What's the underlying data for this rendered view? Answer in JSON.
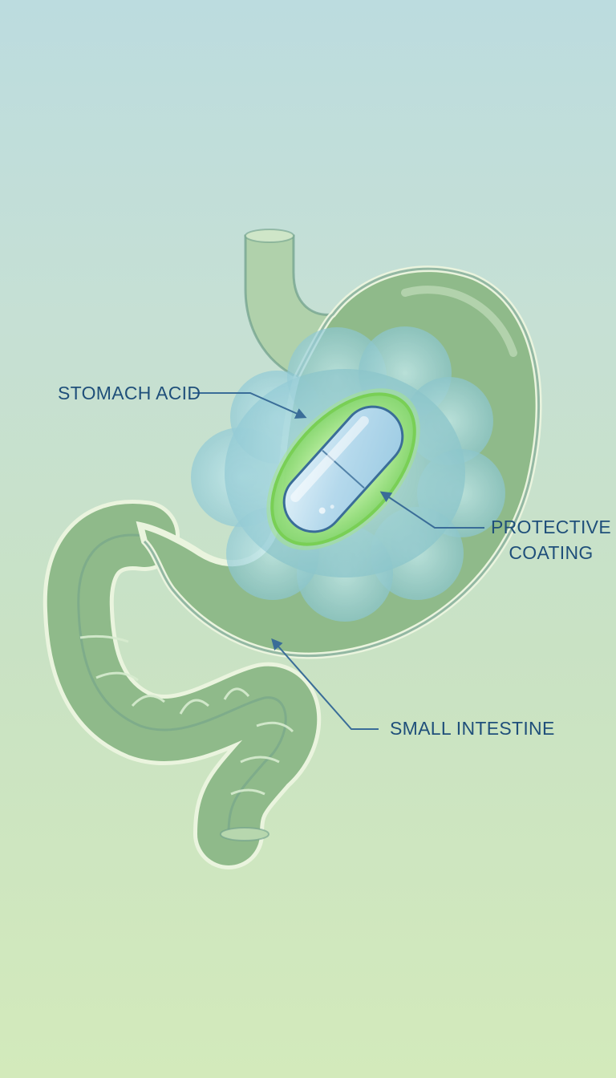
{
  "labels": {
    "stomach_acid": "STOMACH ACID",
    "protective_coating_line1": "PROTECTIVE",
    "protective_coating_line2": "COATING",
    "small_intestine": "SMALL INTESTINE"
  },
  "colors": {
    "organ_fill": "#8fba8a",
    "organ_outline": "#6e9e8a",
    "organ_highlight": "#cfe6c8",
    "acid_cloud": "#8cc6d6",
    "coating_glow": "#7fd65a",
    "capsule_fill": "#b9dcec",
    "capsule_outline": "#3a6d98",
    "leader_line": "#3a6d98",
    "label_text": "#1f4f7a"
  }
}
